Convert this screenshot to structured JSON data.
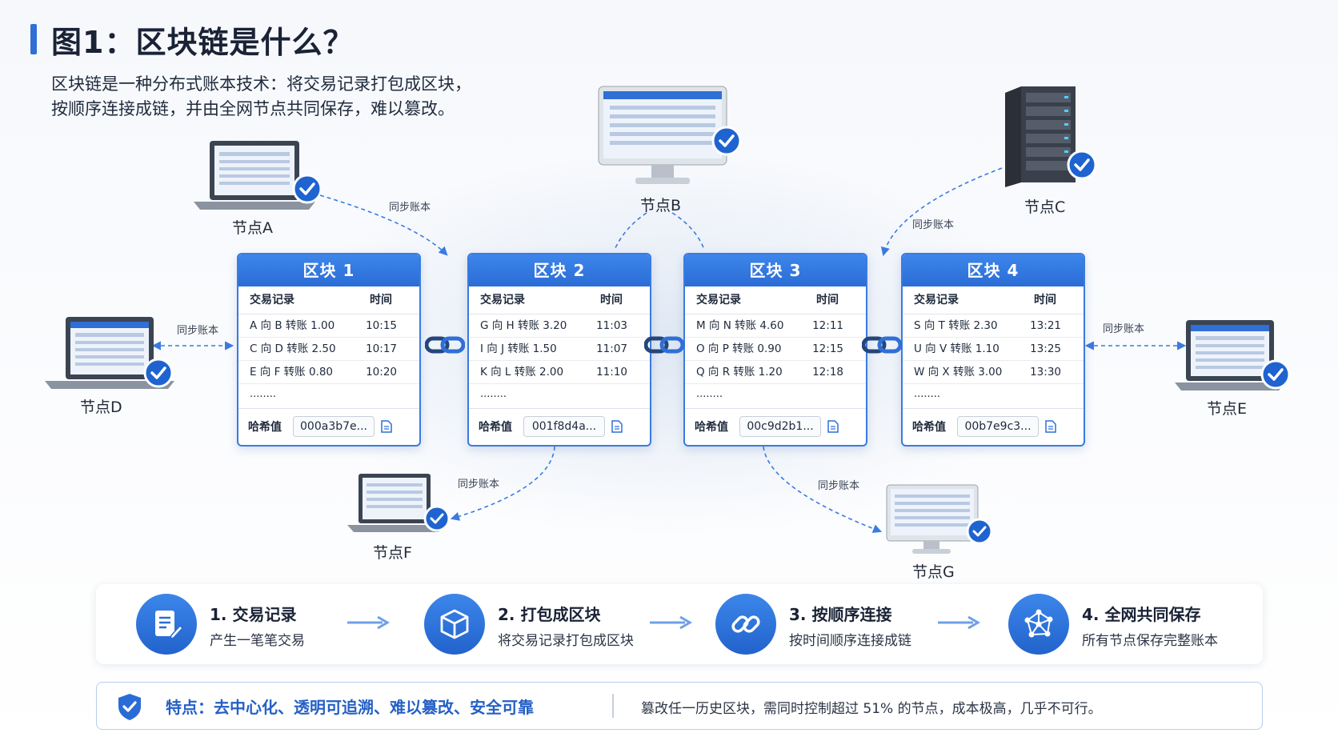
{
  "title": "图1：区块链是什么？",
  "subtitle": {
    "line1": "区块链是一种分布式账本技术：将交易记录打包成区块，",
    "line2": "按顺序连接成链，并由全网节点共同保存，难以篡改。"
  },
  "sync_label": "同步账本",
  "nodes": [
    {
      "label": "节点A"
    },
    {
      "label": "节点B"
    },
    {
      "label": "节点C"
    },
    {
      "label": "节点D"
    },
    {
      "label": "节点E"
    },
    {
      "label": "节点F"
    },
    {
      "label": "节点G"
    }
  ],
  "table_headers": {
    "record": "交易记录",
    "time": "时间",
    "ellipsis": "........",
    "hash_label": "哈希值"
  },
  "blocks": [
    {
      "title": "区块 1",
      "rows": [
        {
          "record": "A 向 B 转账 1.00",
          "time": "10:15"
        },
        {
          "record": "C 向 D 转账 2.50",
          "time": "10:17"
        },
        {
          "record": "E 向 F 转账 0.80",
          "time": "10:20"
        }
      ],
      "hash": "000a3b7e..."
    },
    {
      "title": "区块 2",
      "rows": [
        {
          "record": "G 向 H 转账 3.20",
          "time": "11:03"
        },
        {
          "record": "I 向 J 转账 1.50",
          "time": "11:07"
        },
        {
          "record": "K 向 L 转账 2.00",
          "time": "11:10"
        }
      ],
      "hash": "001f8d4a..."
    },
    {
      "title": "区块 3",
      "rows": [
        {
          "record": "M 向 N 转账 4.60",
          "time": "12:11"
        },
        {
          "record": "O 向 P 转账 0.90",
          "time": "12:15"
        },
        {
          "record": "Q 向 R 转账 1.20",
          "time": "12:18"
        }
      ],
      "hash": "00c9d2b1..."
    },
    {
      "title": "区块 4",
      "rows": [
        {
          "record": "S 向 T 转账 2.30",
          "time": "13:21"
        },
        {
          "record": "U 向 V 转账 1.10",
          "time": "13:25"
        },
        {
          "record": "W 向 X 转账 3.00",
          "time": "13:30"
        }
      ],
      "hash": "00b7e9c3..."
    }
  ],
  "steps": [
    {
      "title": "1. 交易记录",
      "desc": "产生一笔笔交易",
      "icon": "document-edit-icon"
    },
    {
      "title": "2. 打包成区块",
      "desc": "将交易记录打包成区块",
      "icon": "cube-icon"
    },
    {
      "title": "3. 按顺序连接",
      "desc": "按时间顺序连接成链",
      "icon": "chain-link-icon"
    },
    {
      "title": "4. 全网共同保存",
      "desc": "所有节点保存完整账本",
      "icon": "network-icon"
    }
  ],
  "features": {
    "main": "特点：去中心化、透明可追溯、难以篡改、安全可靠",
    "note": "篡改任一历史区块，需同时控制超过 51% 的节点，成本极高，几乎不可行。"
  },
  "colors": {
    "accent": "#2f6fd6",
    "header_blue": "#2a6cd6",
    "check_blue": "#1f63d1",
    "dash": "#3a7be0"
  }
}
